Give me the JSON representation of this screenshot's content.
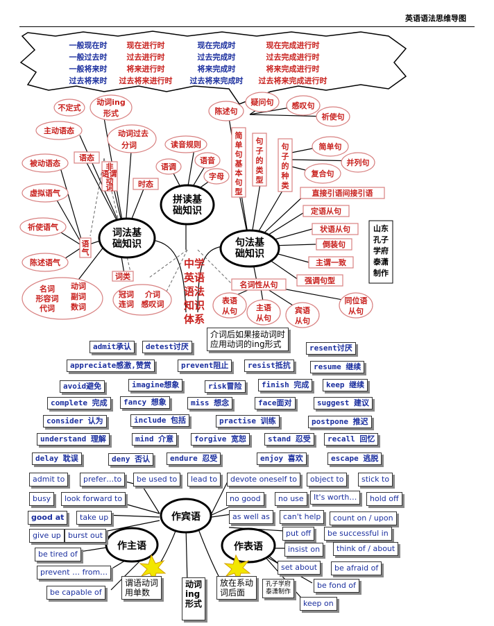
{
  "header": {
    "title": "英语语法思维导图"
  },
  "tenses": [
    [
      "一般现在时",
      "现在进行时",
      "现在完成时",
      "现在完成进行时"
    ],
    [
      "一般过去时",
      "过去进行时",
      "过去完成时",
      "过去完成进行时"
    ],
    [
      "一般将来时",
      "将来进行时",
      "将来完成时",
      "将来完成进行时"
    ],
    [
      "过去将来时",
      "过去将来进行时",
      "过去将来完成时",
      "过去将来完成进行时"
    ]
  ],
  "hubs": {
    "lexical": [
      "词法基",
      "础知识"
    ],
    "phonics": [
      "拼读基",
      "础知识"
    ],
    "syntax": [
      "句法基",
      "础知识"
    ],
    "center": [
      "中学",
      "英语",
      "语法",
      "知识",
      "体系"
    ],
    "object": "作宾语",
    "subject": "作主语",
    "predicative": "作表语"
  },
  "left_nodes": {
    "nonfinite": "不定式",
    "gerund": [
      "动词ing",
      "形式"
    ],
    "active": "主动语态",
    "past_participle": [
      "动词过去",
      "分词"
    ],
    "voice": "语态",
    "passive": "被动语态",
    "nonpredicate": [
      "非",
      "谓",
      "语",
      "动",
      "词"
    ],
    "tense": "时态",
    "subjunctive": "虚拟语气",
    "imperative": "祈使语气",
    "indicative": "陈述语气",
    "mood": [
      "语",
      "气"
    ],
    "wordclass": "词类",
    "wc1": [
      "名词",
      "形容词",
      "代词"
    ],
    "wc2": [
      "动词",
      "副词",
      "数词"
    ],
    "wc3": [
      "冠词",
      "连词"
    ],
    "wc4": [
      "介词",
      "感叹词"
    ]
  },
  "phonics_nodes": {
    "rules": "读音规则",
    "intonation": "语调",
    "speech": "语音",
    "letter": "字母"
  },
  "syntax_nodes": {
    "declarative": "陈述句",
    "interrogative": "疑问句",
    "exclamatory": "感叹句",
    "imperative": "祈使句",
    "basic_patterns": [
      "简",
      "单",
      "句",
      "基",
      "本",
      "句",
      "型"
    ],
    "sentence_types": [
      "句",
      "子",
      "的",
      "类",
      "型"
    ],
    "sentence_kinds": [
      "句",
      "子",
      "的",
      "种",
      "类"
    ],
    "simple": "简单句",
    "compound_parallel": "并列句",
    "complex": "复合句",
    "speech_report": "直接引语间接引语",
    "attributive": "定语从句",
    "adverbial": "状语从句",
    "inversion": "倒装句",
    "agreement": "主谓一致",
    "emphasis": "强调句型",
    "noun_clause": "名词性从句",
    "clause_labels": [
      [
        "表语",
        "从句"
      ],
      [
        "主语",
        "从句"
      ],
      [
        "宾语",
        "从句"
      ],
      [
        "同位语",
        "从句"
      ]
    ],
    "credit": [
      "山东",
      "孔子",
      "学府",
      "泰潇",
      "制作"
    ]
  },
  "gerund_note": [
    "介词后如果接动词时",
    "应用动词的ing形式"
  ],
  "verbs": [
    "admit承认",
    "detest讨厌",
    "resent讨厌",
    "appreciate感激,赞赏",
    "prevent阻止",
    "resist抵抗",
    "resume 继续",
    "avoid避免",
    "imagine想象",
    "risk冒险",
    "finish 完成",
    "keep 继续",
    "complete 完成",
    "fancy 想象",
    "miss 想念",
    "face面对",
    "suggest 建议",
    "consider 认为",
    "include 包括",
    "practise 训练",
    "postpone 推迟",
    "understand 理解",
    "mind 介意",
    "forgive 宽恕",
    "stand 忍受",
    "recall 回忆",
    "delay 耽误",
    "deny 否认",
    "endure 忍受",
    "enjoy 喜欢",
    "escape 逃脱"
  ],
  "phrases": [
    "admit to",
    "prefer…to",
    "be used to",
    "lead to",
    "devote oneself to",
    "object to",
    "stick to",
    "busy",
    "look forward to",
    "no good",
    "no use",
    "It's worth…",
    "hold off",
    "good at",
    "take up",
    "as well as",
    "can't help",
    "count on / upon",
    "give up",
    "burst out",
    "put off",
    "be successful in",
    "be tired of",
    "insist on",
    "think of / about",
    "prevent … from…",
    "set about",
    "be afraid of",
    "be capable of",
    "be fond of",
    "keep on"
  ],
  "notes": {
    "pred_single": [
      "谓语动词",
      "用单数"
    ],
    "put_after_link": [
      "放在系动",
      "词后面"
    ],
    "gerund_cut": [
      "动词",
      "ing",
      "形式"
    ],
    "credit_small": [
      "孔子学府",
      "泰潇制作"
    ]
  }
}
